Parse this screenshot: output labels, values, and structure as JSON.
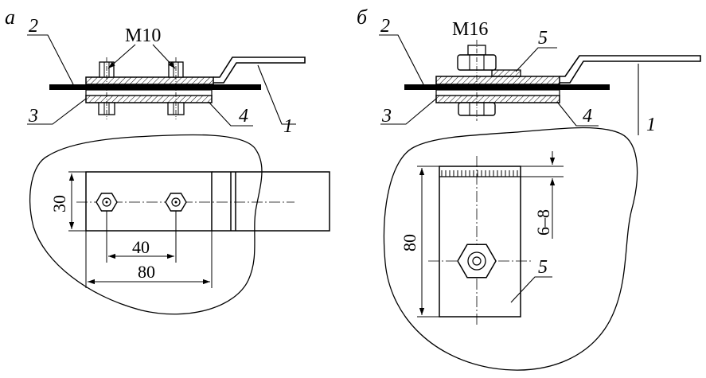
{
  "panel_a": {
    "label": "а",
    "thread_label": "М10",
    "callouts": {
      "n1": "1",
      "n2": "2",
      "n3": "3",
      "n4": "4"
    },
    "dims": {
      "width": "30",
      "bolt_spacing": "40",
      "length": "80"
    }
  },
  "panel_b": {
    "label": "б",
    "thread_label": "М16",
    "callouts": {
      "n1": "1",
      "n2": "2",
      "n3": "3",
      "n4": "4",
      "n5_top": "5",
      "n5_plan": "5"
    },
    "dims": {
      "length": "80",
      "notch_depth": "6–8"
    }
  }
}
